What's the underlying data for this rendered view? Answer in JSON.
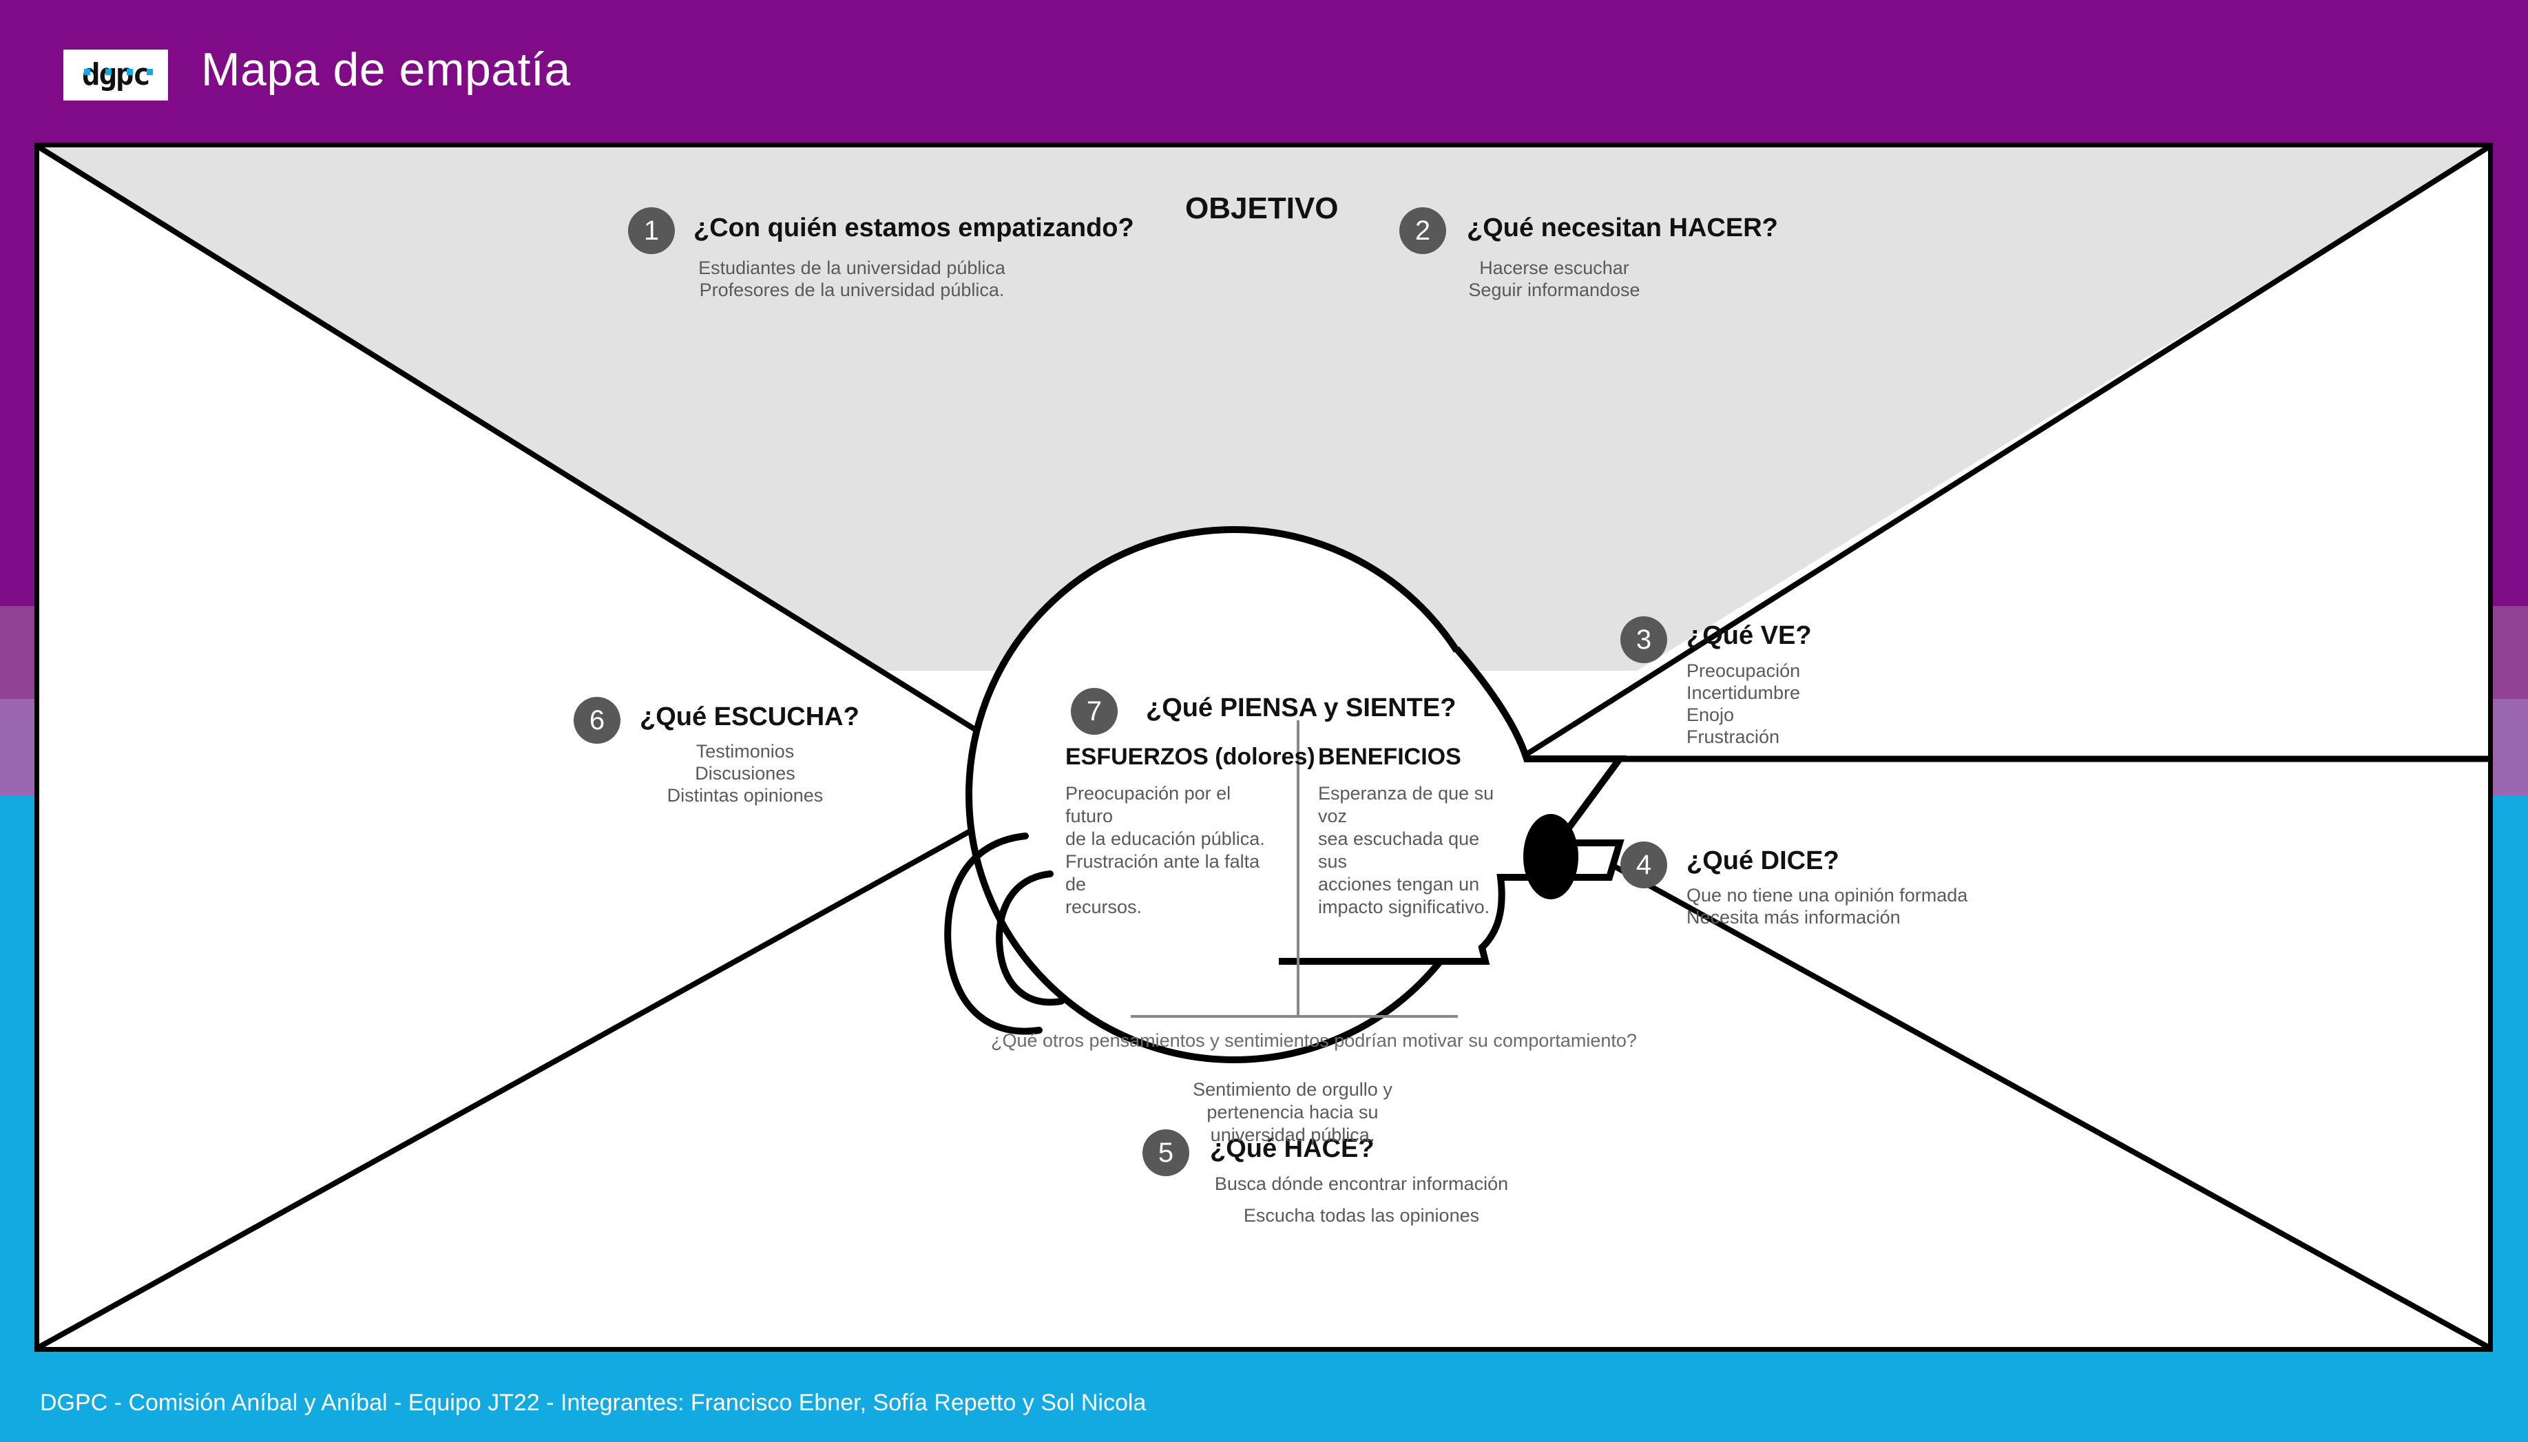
{
  "header": {
    "logo_text": "dgpc",
    "title": "Mapa de empatía",
    "bg_color": "#800b87",
    "logo_accent_color": "#13aae2"
  },
  "footer": {
    "text": "DGPC -  Comisión Aníbal y Aníbal - Equipo JT22 - Integrantes: Francisco Ebner, Sofía Repetto y Sol Nicola",
    "bg_color": "#13aae2"
  },
  "background_bands": {
    "band_1": "#800b87",
    "band_2": "#914194",
    "band_3": "#9a66ae",
    "band_4": "#13aae2"
  },
  "objetivo": {
    "label": "OBJETIVO",
    "fill_color": "#e2e2e2"
  },
  "sections": [
    {
      "number": "1",
      "title": "¿Con quién estamos empatizando?",
      "lines": [
        "Estudiantes de la universidad pública",
        "Profesores de la universidad pública."
      ]
    },
    {
      "number": "2",
      "title": "¿Qué necesitan HACER?",
      "lines": [
        "Hacerse escuchar",
        "Seguir informandose"
      ]
    },
    {
      "number": "3",
      "title": "¿Qué VE?",
      "lines": [
        "Preocupación",
        "Incertidumbre",
        "Enojo",
        "Frustración"
      ]
    },
    {
      "number": "4",
      "title": "¿Qué DICE?",
      "lines": [
        "Que no tiene una opinión formada",
        "Necesita más información"
      ]
    },
    {
      "number": "5",
      "title": "¿Qué HACE?",
      "lines": [
        "Busca dónde encontrar información",
        "Escucha todas las opiniones"
      ]
    },
    {
      "number": "6",
      "title": "¿Qué ESCUCHA?",
      "lines": [
        "Testimonios",
        "Discusiones",
        "Distintas opiniones"
      ]
    },
    {
      "number": "7",
      "title": "¿Qué PIENSA y SIENTE?",
      "lines": []
    }
  ],
  "head": {
    "esfuerzos": {
      "heading": "ESFUERZOS (dolores)",
      "lines": [
        "Preocupación por el futuro",
        "de la educación pública.",
        "Frustración ante la falta de",
        "recursos."
      ]
    },
    "beneficios": {
      "heading": "BENEFICIOS",
      "lines": [
        "Esperanza de que su voz",
        "sea escuchada que sus",
        "acciones tengan un",
        "impacto significativo."
      ]
    },
    "prompt_question": "¿Qué otros pensamientos y sentimientos podrían motivar su comportamiento?",
    "prompt_answer": [
      "Sentimiento de orgullo y",
      "pertenencia hacia su",
      "universidad pública."
    ]
  },
  "badge_color": "#585858",
  "body_text_color": "#5a5a5a"
}
